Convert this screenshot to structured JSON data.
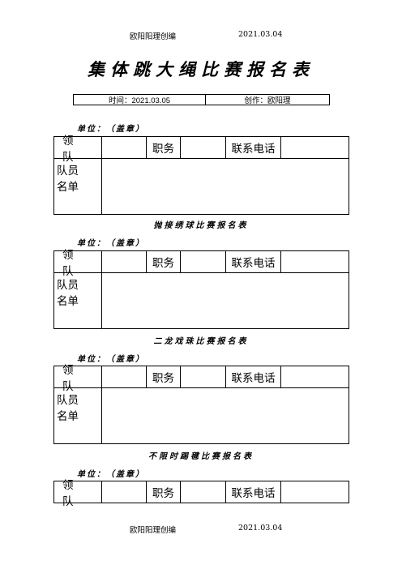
{
  "page_header": {
    "author": "欧阳阳理创编",
    "date": "2021.03.04"
  },
  "page_footer": {
    "author": "欧阳阳理创编",
    "date": "2021.03.04"
  },
  "title": "集体跳大绳比赛报名表",
  "meta": {
    "time": "时间：2021.03.05",
    "creator": "创作：欧阳理"
  },
  "unit_label": "单位：（盖章）",
  "field_labels": {
    "leader": "领队",
    "position": "职务",
    "phone": "联系电话",
    "members_line1": "队员",
    "members_line2": "名单"
  },
  "sections": [
    {
      "subtitle": ""
    },
    {
      "subtitle": "抛接绣球比赛报名表"
    },
    {
      "subtitle": "二龙戏珠比赛报名表"
    },
    {
      "subtitle": "不限时踢毽比赛报名表"
    }
  ]
}
